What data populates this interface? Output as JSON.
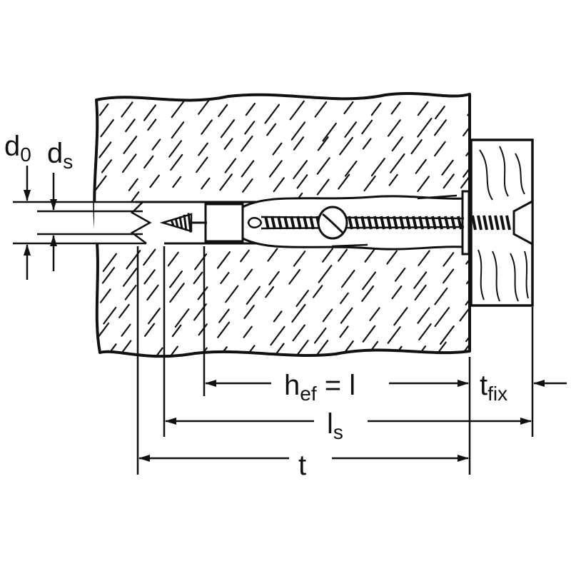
{
  "labels": {
    "d0": {
      "main": "d",
      "sub": "0"
    },
    "ds": {
      "main": "d",
      "sub": "s"
    },
    "hef": {
      "main": "h",
      "sub": "ef",
      "rest": " = l"
    },
    "tfix": {
      "main": "t",
      "sub": "fix"
    },
    "ls": {
      "main": "l",
      "sub": "s"
    },
    "t": {
      "main": "t"
    }
  },
  "colors": {
    "ink": "#111111",
    "paper": "#ffffff"
  }
}
